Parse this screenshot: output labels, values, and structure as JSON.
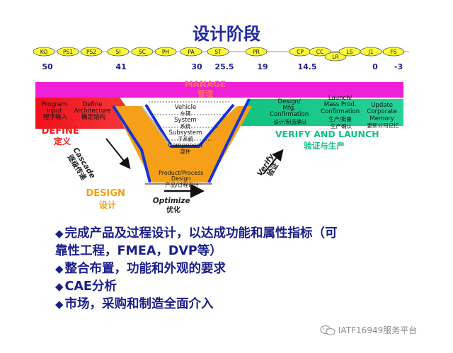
{
  "title": "设计阶段",
  "milestones": [
    {
      "label": "KO"
    },
    {
      "label": "PS1"
    },
    {
      "label": "PS2"
    },
    {
      "label": "SI"
    },
    {
      "label": "SC"
    },
    {
      "label": "PH"
    },
    {
      "label": "PA"
    },
    {
      "label": "ST"
    },
    {
      "label": "PR"
    },
    {
      "label": "CP"
    },
    {
      "label": "CC"
    },
    {
      "label": "LR"
    },
    {
      "label": "LS"
    },
    {
      "label": "J1"
    },
    {
      "label": "FS"
    }
  ],
  "timing": [
    "50",
    "41",
    "30",
    "25.5",
    "19",
    "14.5",
    "0",
    "-3"
  ],
  "manage": {
    "en": "MANAGE",
    "zh": "管理"
  },
  "left_labels": {
    "program_en": "Program",
    "input_en": "Input",
    "program_zh": "程序输入",
    "define_en": "Define",
    "arch_en": "Architecture",
    "define_arch_zh": "确定结构"
  },
  "define": {
    "en": "DEFINE",
    "zh": "定义"
  },
  "cascade": {
    "en": "Cascade",
    "zh": "逐级传递"
  },
  "design": {
    "en": "DESIGN",
    "zh": "设计"
  },
  "optimize": {
    "en": "Optimize",
    "zh": "优化"
  },
  "verify": {
    "en": "Verify",
    "zh": "验证"
  },
  "levels": [
    {
      "en": "Vehicle",
      "zh": "车辆"
    },
    {
      "en": "System",
      "zh": "系统"
    },
    {
      "en": "Subsystem",
      "zh": "子系统"
    },
    {
      "en": "Component",
      "zh": "部件"
    }
  ],
  "product_process": {
    "line1": "Product/Process",
    "line2": "Design",
    "zh": "产品/过程设计"
  },
  "right_labels": {
    "dm1": "Design/",
    "dm2": "Mfg.",
    "dm3": "Confirmation",
    "dm_zh": "设计/制造确认",
    "lm0": "Launch/",
    "lm1": "Mass Prod.",
    "lm2": "Confirmation",
    "lm_zh": "生产/批量",
    "lm_zh2": "生产确认",
    "uc1": "Update",
    "uc2": "Corporate",
    "uc3": "Memory",
    "uc_zh": "更新公司记忆"
  },
  "verify_launch": {
    "en": "VERIFY AND LAUNCH",
    "zh": "验证与生产"
  },
  "bullets": [
    "完成产品及过程设计，以达成功能和属性指标（可",
    "靠性工程，FMEA，DVP等）",
    "整合布置，功能和外观的要求",
    "CAE分析",
    "市场，采购和制造全面介入"
  ],
  "bullet_flags": [
    true,
    false,
    true,
    true,
    true
  ],
  "bullet_marker": "◆",
  "watermark": "IATF16949服务平台",
  "colors": {
    "title": "#2027a5",
    "magenta": "#ee1fd6",
    "red": "#f20f14",
    "green": "#16c789",
    "orange": "#f5a018",
    "blue": "#1432d8",
    "timeline_text": "#1b1f8a",
    "milestone_fill": "#fbfb3c"
  }
}
